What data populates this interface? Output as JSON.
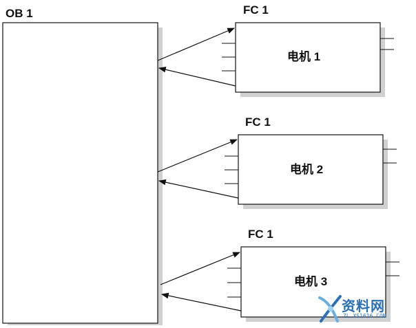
{
  "ob": {
    "label": "OB 1"
  },
  "fc_blocks": [
    {
      "title": "FC 1",
      "name": "电机 1"
    },
    {
      "title": "FC 1",
      "name": "电机 2"
    },
    {
      "title": "FC 1",
      "name": "电机 3"
    }
  ],
  "watermark": {
    "main": "资料网",
    "sub": "ZL.XS1616.COM"
  },
  "colors": {
    "line": "#111111",
    "shadow": "#d0d0d0",
    "watermark": "#2b6fb5"
  }
}
